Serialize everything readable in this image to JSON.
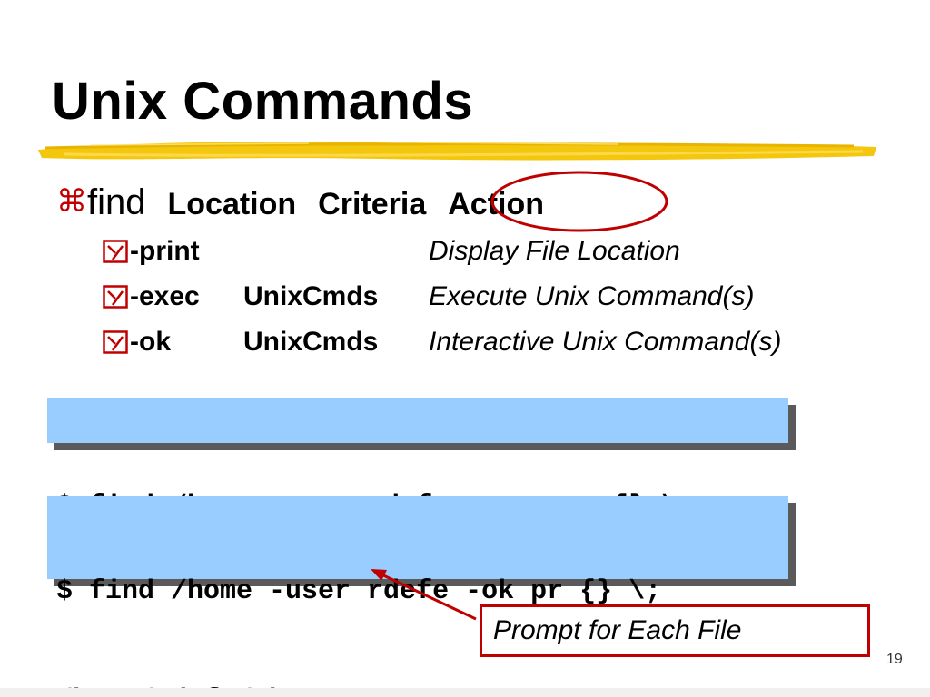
{
  "slide": {
    "title": "Unix Commands",
    "page_number": "19"
  },
  "main_bullet": {
    "bullet_glyph": "⌘",
    "command": "find",
    "args": [
      "Location",
      "Criteria",
      "Action"
    ]
  },
  "sub_bullets": [
    {
      "option": "-print",
      "commands": "",
      "description": "Display File Location"
    },
    {
      "option": "-exec",
      "commands": "UnixCmds",
      "description": "Execute Unix Command(s)"
    },
    {
      "option": "-ok",
      "commands": "UnixCmds",
      "description": "Interactive Unix Command(s)"
    }
  ],
  "examples": [
    {
      "lines": [
        "$ find /home -user rdefe -exec pr {} \\;"
      ]
    },
    {
      "lines": [
        "$ find /home -user rdefe -ok pr {} \\;",
        "/home/rdefe/mbox?"
      ]
    }
  ],
  "callout": {
    "text": "Prompt for Each File"
  },
  "colors": {
    "accent_red": "#c00000",
    "code_box_bg": "#99ccff",
    "brush_yellow": "#f2c400"
  }
}
